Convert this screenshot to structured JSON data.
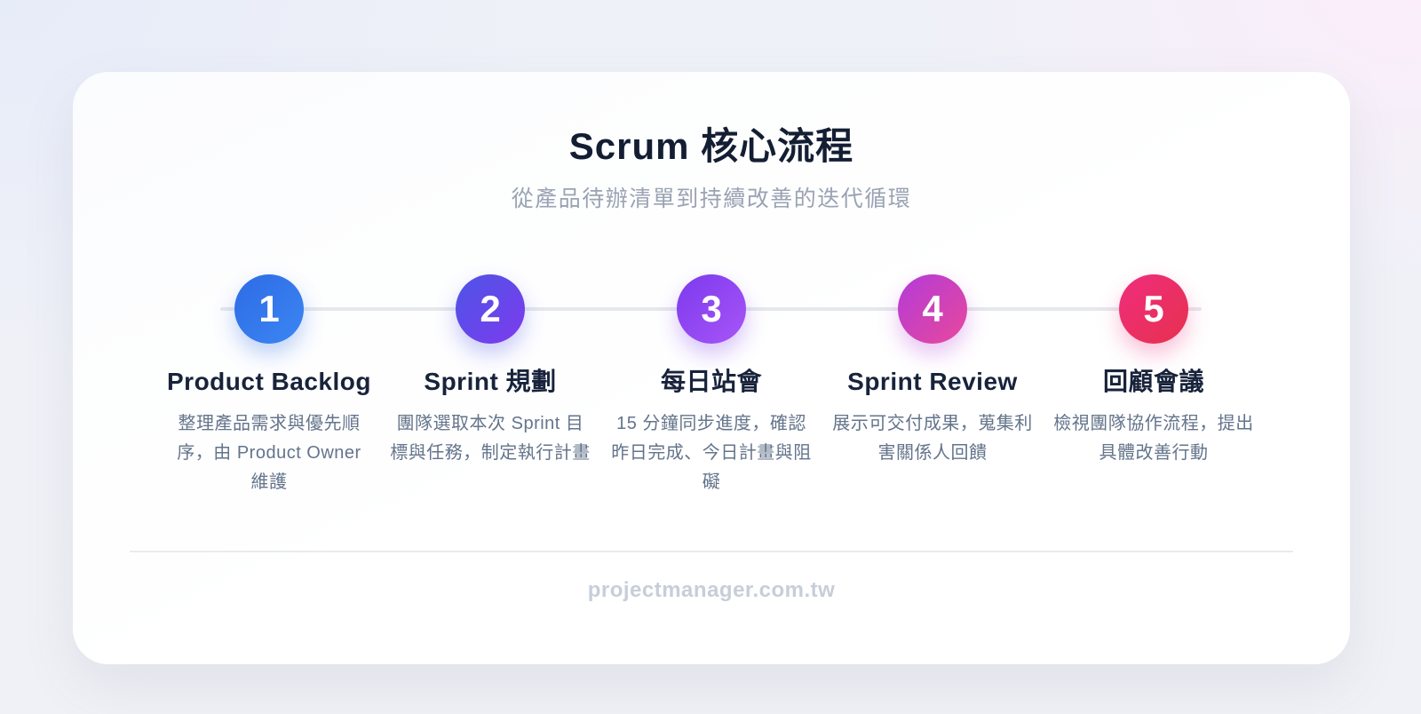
{
  "header": {
    "title": "Scrum 核心流程",
    "subtitle": "從產品待辦清單到持續改善的迭代循環"
  },
  "steps": [
    {
      "number": "1",
      "title": "Product Backlog",
      "description": "整理產品需求與優先順序，由 Product Owner 維護",
      "gradient_from": "#2e6be6",
      "gradient_to": "#3b86f2"
    },
    {
      "number": "2",
      "title": "Sprint 規劃",
      "description": "團隊選取本次 Sprint 目標與任務，制定執行計畫",
      "gradient_from": "#4d54e6",
      "gradient_to": "#7d3bee"
    },
    {
      "number": "3",
      "title": "每日站會",
      "description": "15 分鐘同步進度，確認昨日完成、今日計畫與阻礙",
      "gradient_from": "#7c3aed",
      "gradient_to": "#a855f7"
    },
    {
      "number": "4",
      "title": "Sprint Review",
      "description": "展示可交付成果，蒐集利害關係人回饋",
      "gradient_from": "#b33bd9",
      "gradient_to": "#e8489b"
    },
    {
      "number": "5",
      "title": "回顧會議",
      "description": "檢視團隊協作流程，提出具體改善行動",
      "gradient_from": "#f02d7d",
      "gradient_to": "#e6314e"
    }
  ],
  "timeline": {
    "connector_color": "#e5e8ee"
  },
  "footer": {
    "site": "projectmanager.com.tw"
  }
}
